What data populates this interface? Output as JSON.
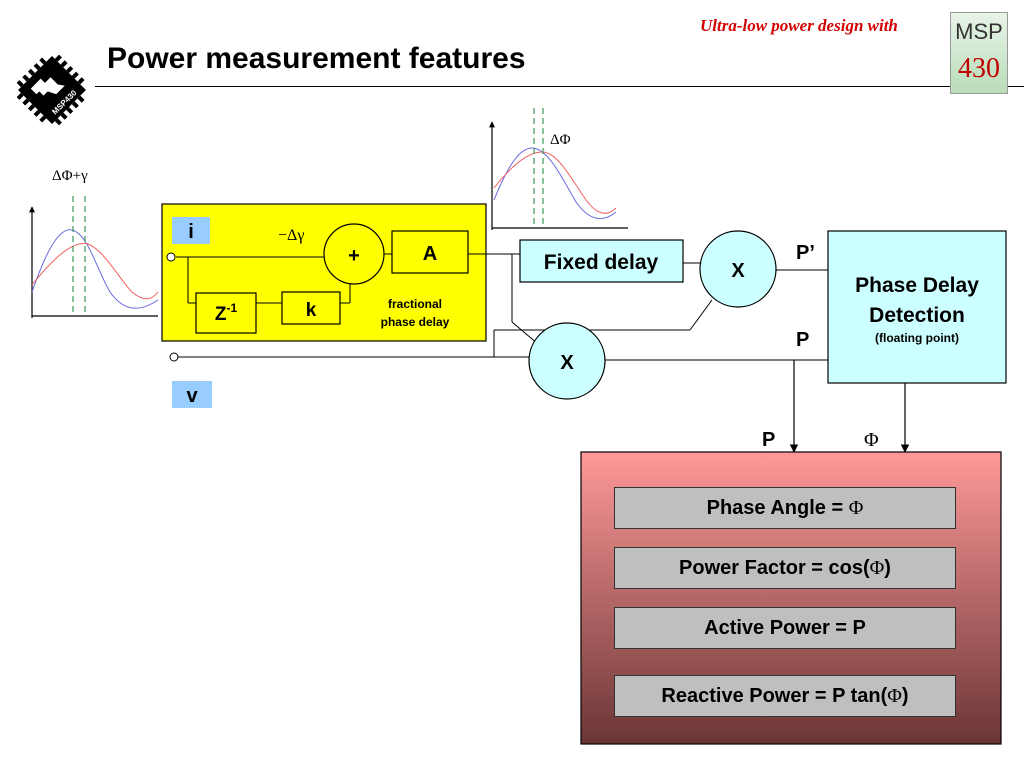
{
  "header": {
    "brand_text": "Ultra-low power design with",
    "title": "Power measurement features",
    "logo_text": "MSP430",
    "badge_line1": "MSP",
    "badge_line2": "430"
  },
  "diagram": {
    "waveform_left_label": "ΔΦ+γ",
    "waveform_top_label": "ΔΦ",
    "input_i_label": "i",
    "input_v_label": "v",
    "minus_dgamma_label": "−Δγ",
    "sum_symbol": "+",
    "gain_a_label": "A",
    "z_inverse_label": "Z",
    "z_inverse_exponent": "-1",
    "gain_k_label": "k",
    "fractional_line1": "fractional",
    "fractional_line2": "phase delay",
    "fixed_delay_label": "Fixed delay",
    "multiplier_top_label": "X",
    "multiplier_bottom_label": "X",
    "p_prime_label": "P’",
    "p_label_right": "P",
    "p_label_arrow": "P",
    "phi_label_arrow": "Φ",
    "phase_detect_line1": "Phase Delay",
    "phase_detect_line2": "Detection",
    "phase_detect_line3": "(floating point)"
  },
  "results": {
    "phase_angle_text": "Phase Angle = ",
    "phase_angle_sym": "Φ",
    "power_factor_text": "Power Factor = cos(",
    "power_factor_sym": "Φ",
    "power_factor_close": ")",
    "active_power_text": "Active Power = P",
    "reactive_power_text": "Reactive Power = P tan(",
    "reactive_power_sym": "Φ",
    "reactive_power_close": ")"
  },
  "colors": {
    "yellow_block": "#ffff00",
    "cyan_box": "#ccffff",
    "input_label_bg": "#99ccff",
    "result_box": "#bfbfbf",
    "brand_red": "#d40000",
    "wave_blue": "#6a6ae0",
    "wave_red": "#f06060",
    "dash_green": "#3a9a5a"
  }
}
